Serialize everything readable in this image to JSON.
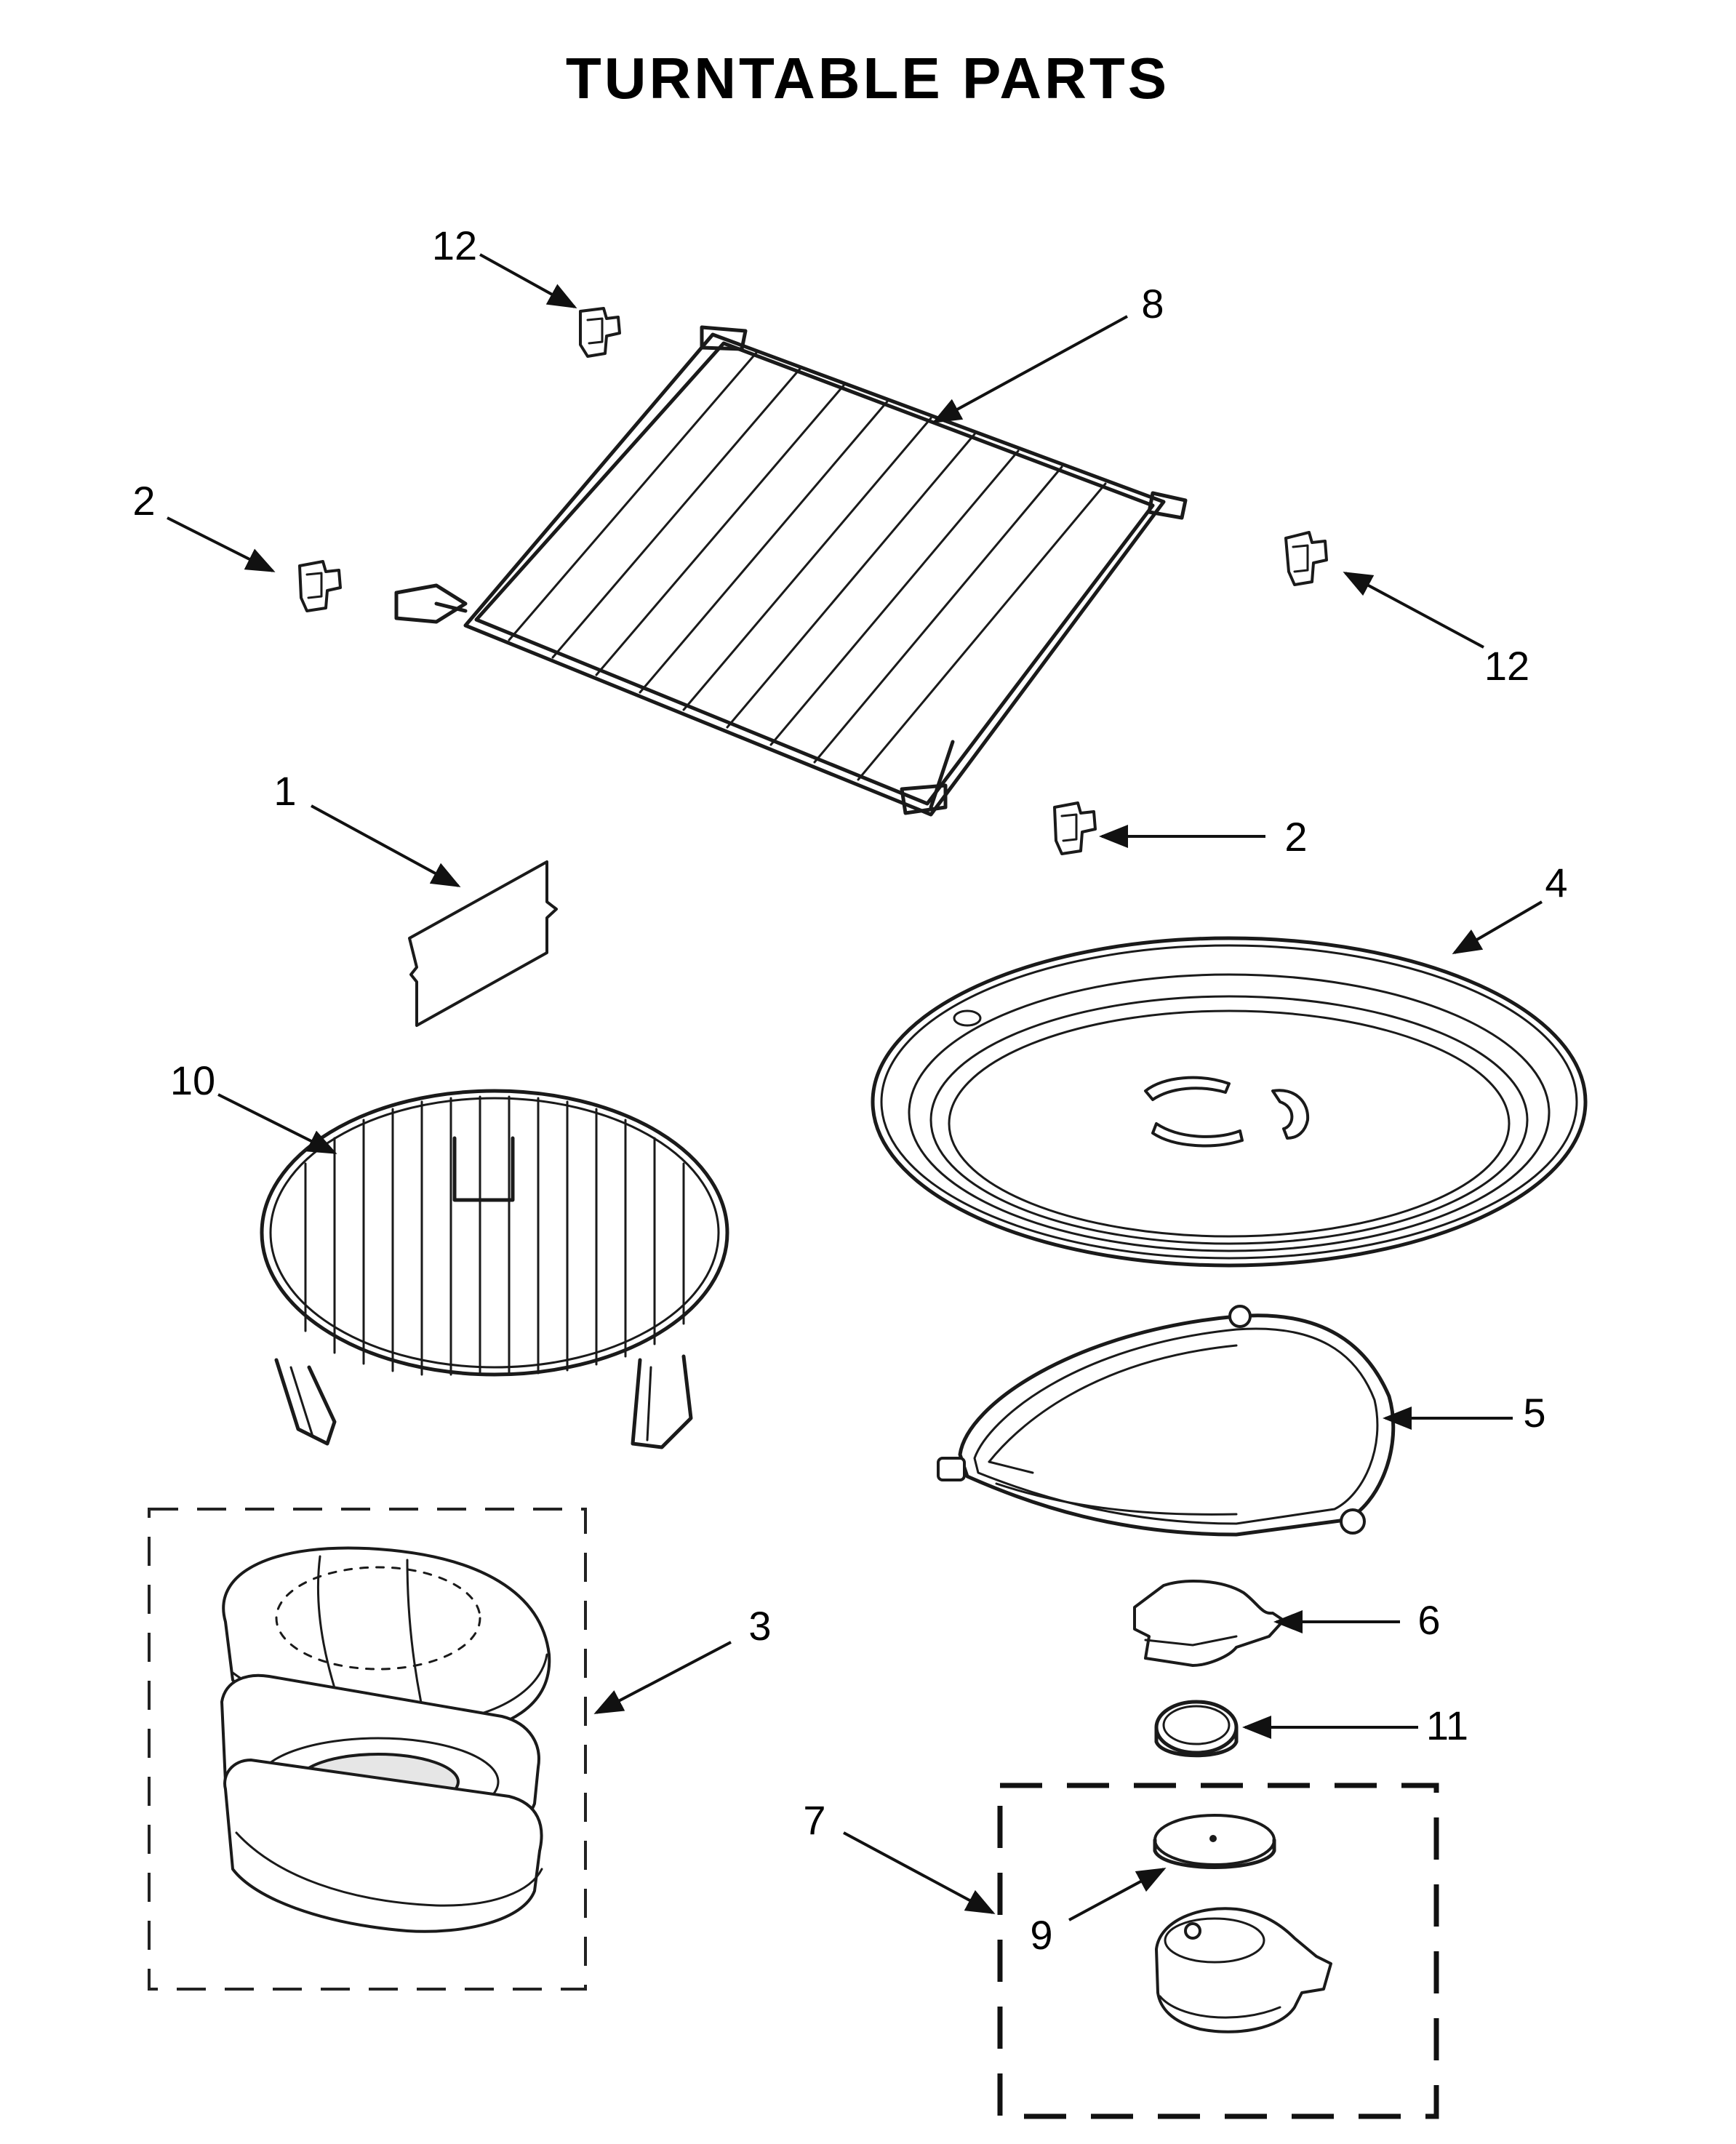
{
  "title": "TURNTABLE PARTS",
  "callouts": {
    "c1": "1",
    "c2a": "2",
    "c2b": "2",
    "c3": "3",
    "c4": "4",
    "c5": "5",
    "c6": "6",
    "c7": "7",
    "c8": "8",
    "c9": "9",
    "c10": "10",
    "c11": "11",
    "c12a": "12",
    "c12b": "12"
  }
}
